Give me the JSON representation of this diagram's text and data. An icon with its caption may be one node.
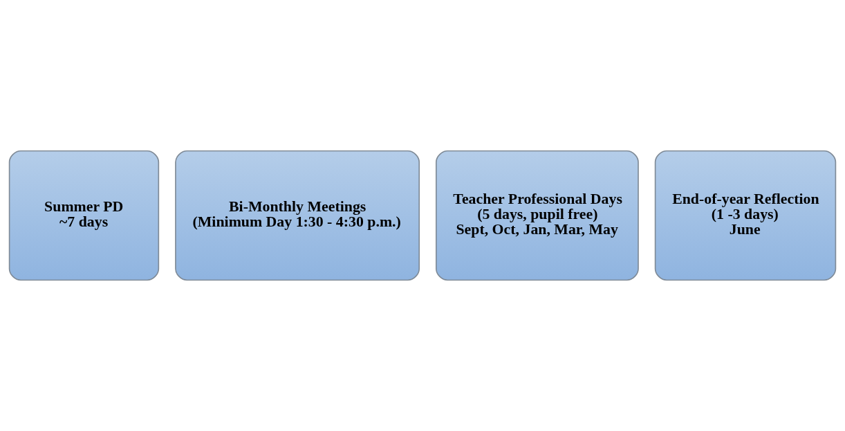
{
  "diagram": {
    "nodes": [
      {
        "text": [
          "Summer PD",
          "~7 days"
        ]
      },
      {
        "text": [
          "Bi-Monthly Meetings",
          "(Minimum Day 1:30 - 4:30 p.m.)"
        ]
      },
      {
        "text": [
          "Teacher Professional Days",
          "(5 days, pupil free)",
          "Sept, Oct, Jan, Mar, May"
        ]
      },
      {
        "text": [
          "End-of-year Reflection",
          "(1 -3 days)",
          "June"
        ]
      }
    ]
  }
}
